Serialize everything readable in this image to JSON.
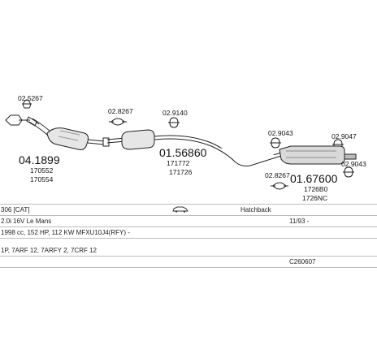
{
  "parts": {
    "clamp_top_left": "02.5267",
    "clamp_a": "02.8267",
    "clamp_b": "02.9140",
    "clamp_c": "02.9043",
    "clamp_d": "02.9047",
    "clamp_e": "02.9043",
    "clamp_f": "02.8267",
    "front_pipe_code": "04.1899",
    "front_pipe_ref1": "170552",
    "front_pipe_ref2": "170554",
    "middle_code": "01.56860",
    "middle_ref1": "171772",
    "middle_ref2": "171726",
    "rear_code": "01.67600",
    "rear_ref1": "1726B0",
    "rear_ref2": "1726NC"
  },
  "vehicle": {
    "model": "306 [CAT]",
    "body_type": "Hatchback",
    "engine_desc": "2.0i 16V Le Mans",
    "years": "11/93 -",
    "engine_spec": "1998 cc, 152 HP, 112 KW MFXU10J4(RFY) -",
    "engine_codes": "1P, 7ARF 12, 7ARFY 2, 7CRF 12",
    "catalog_number": "C260607"
  }
}
